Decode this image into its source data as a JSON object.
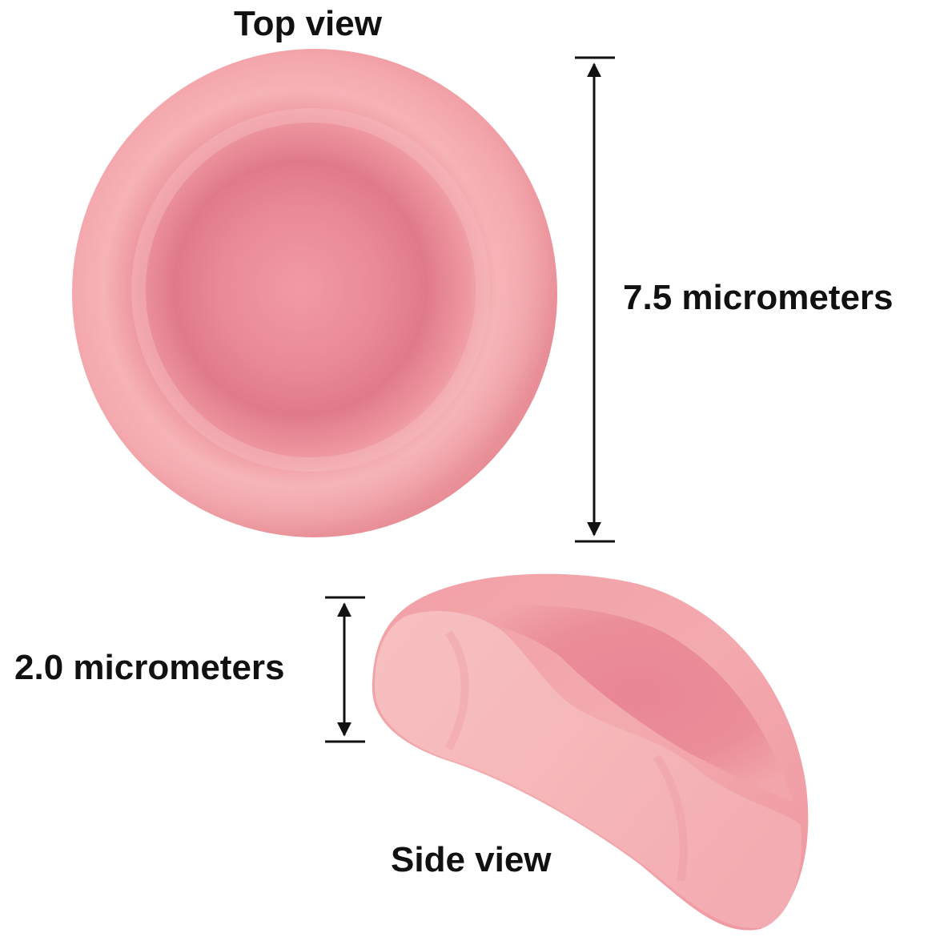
{
  "labels": {
    "top_view": "Top view",
    "side_view": "Side view",
    "diameter": "7.5 micrometers",
    "thickness": "2.0 micrometers"
  },
  "measurements": {
    "diameter_value": 7.5,
    "thickness_value": 2.0,
    "unit": "micrometers"
  },
  "colors": {
    "cell_edge": "#f2a3a7",
    "cell_mid": "#ee8f97",
    "cell_center": "#de6f82",
    "cell_rim_light": "#f8c2c4",
    "arrow": "#111111",
    "background": "#ffffff"
  }
}
